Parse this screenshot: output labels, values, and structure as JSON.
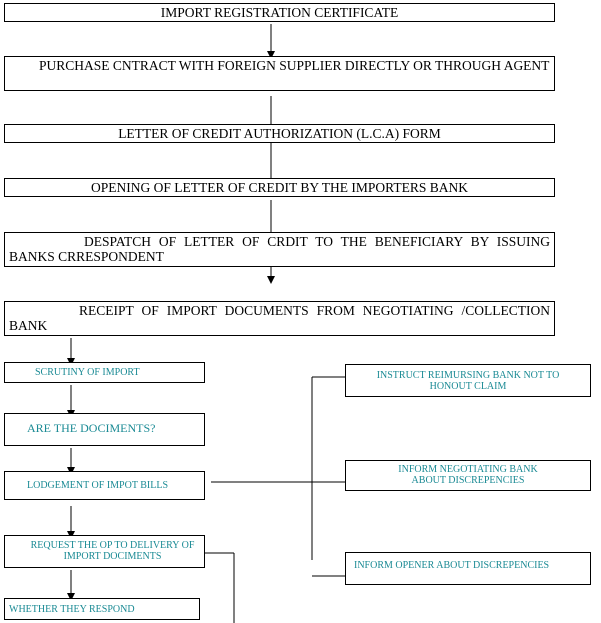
{
  "steps": {
    "s1": "IMPORT REGISTRATION CERTIFICATE",
    "s2": "PURCHASE CNTRACT WITH FOREIGN SUPPLIER DIRECTLY OR THROUGH AGENT",
    "s3": "LETTER OF CREDIT AUTHORIZATION (L.C.A) FORM",
    "s4": "OPENING OF LETTER OF CREDIT BY THE IMPORTERS BANK",
    "s5": "DESPATCH OF LETTER OF CRDIT TO THE BENEFICIARY BY ISSUING BANKS CRRESPONDENT",
    "s6": "RECEIPT OF IMPORT DOCUMENTS FROM NEGOTIATING /COLLECTION BANK"
  },
  "left_boxes": {
    "scrutiny": "SCRUTINY OF IMPORT",
    "are_docs": "ARE THE DOCIMENTS?",
    "lodgement": "LODGEMENT OF IMPOT BILLS",
    "request": "REQUEST THE OP TO DELIVERY OF IMPORT DOCIMENTS",
    "respond": "WHETHER THEY RESPOND"
  },
  "right_boxes": {
    "instruct": "INSTRUCT REIMURSING BANK NOT TO HONOUT CLAIM",
    "inform_neg": "INFORM NEGOTIATING BANK ABOUT DISCREPENCIES",
    "inform_opener": "INFORM OPENER ABOUT DISCREPENCIES"
  },
  "colors": {
    "text": "#000000",
    "teal": "#1a8a94",
    "line": "#000000"
  }
}
